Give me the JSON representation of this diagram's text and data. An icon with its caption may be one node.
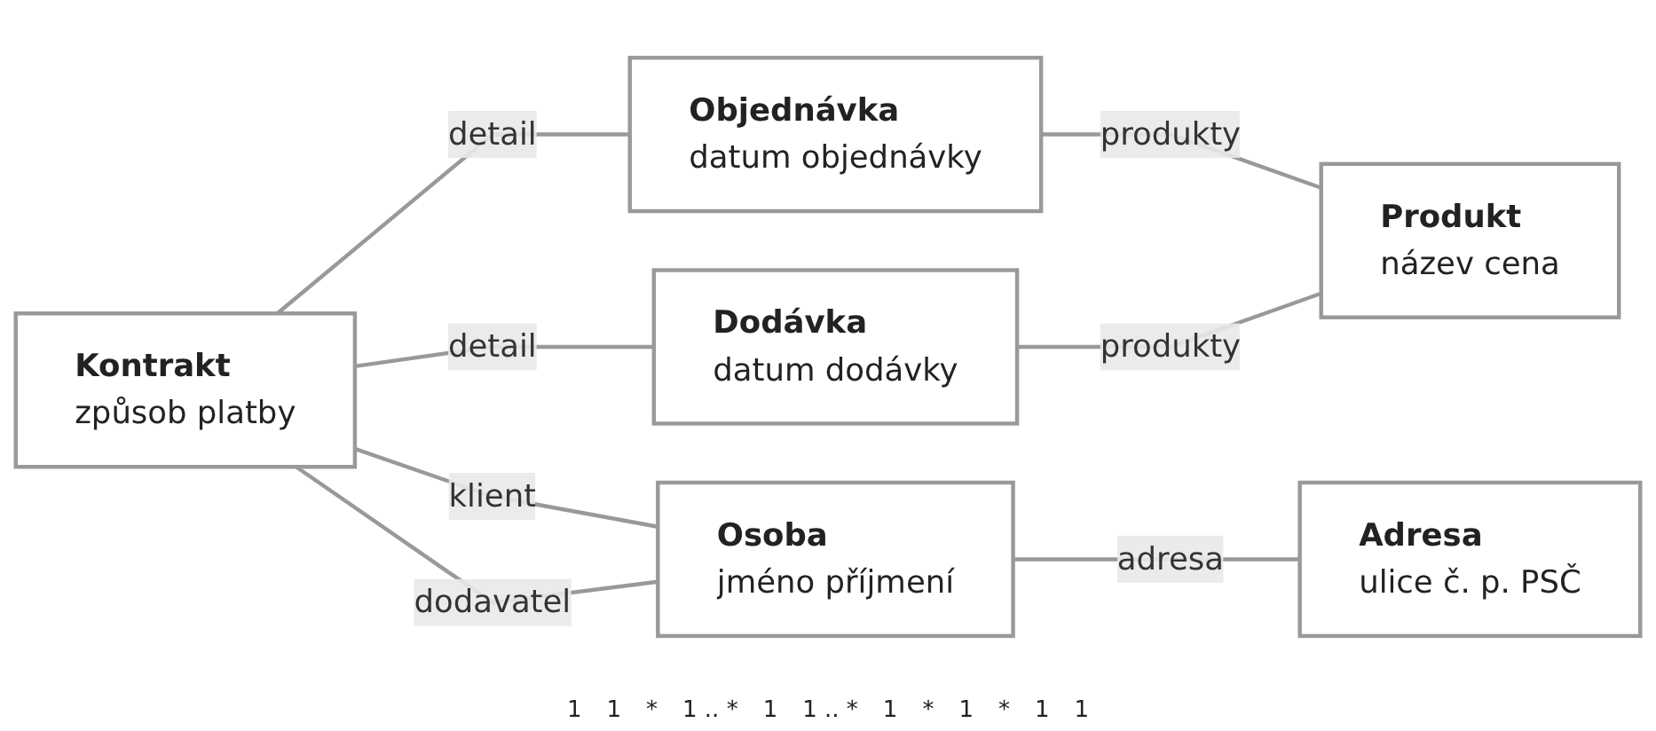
{
  "diagram": {
    "nodes": [
      {
        "text": [
          "Kontrakt",
          "způsob platby"
        ]
      },
      {
        "text": [
          "Objednávka",
          "datum objednávky"
        ]
      },
      {
        "text": [
          "Produkt",
          "název cena"
        ]
      },
      {
        "text": [
          "Dodávka",
          "datum dodávky"
        ]
      },
      {
        "text": [
          "Adresa",
          "ulice č. p. PSČ"
        ]
      },
      {
        "text": [
          "Osoba",
          "jméno příjmení"
        ]
      }
    ],
    "edges": [
      {
        "from": 0,
        "to": 1,
        "arrow": "none",
        "label": "detail"
      },
      {
        "from": 1,
        "to": 2,
        "arrow": "none",
        "label": "produkty"
      },
      {
        "from": 0,
        "to": 3,
        "arrow": "none",
        "label": "detail"
      },
      {
        "from": 3,
        "to": 2,
        "arrow": "none",
        "label": "produkty"
      },
      {
        "from": 0,
        "to": 5,
        "arrow": "none",
        "label": "klient"
      },
      {
        "from": 0,
        "to": 5,
        "arrow": "none",
        "label": "dodavatel"
      },
      {
        "from": 5,
        "to": 4,
        "arrow": "none",
        "label": "adresa"
      }
    ],
    "labels": [
      "1",
      "1",
      "*",
      "1 .. *",
      "1",
      "1 .. *",
      "1",
      "*",
      "1",
      "*",
      "1",
      "1"
    ]
  }
}
